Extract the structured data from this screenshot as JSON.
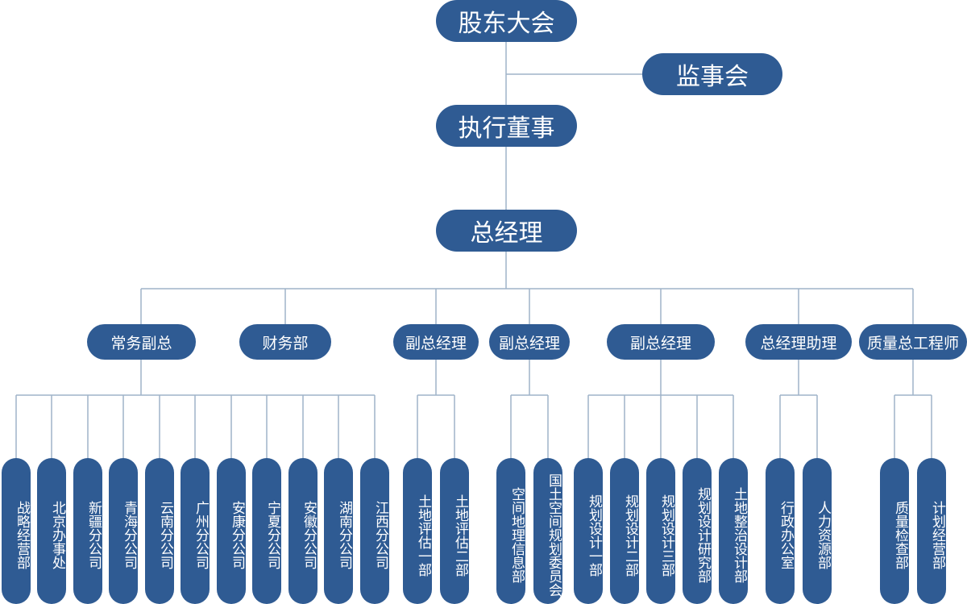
{
  "colors": {
    "node": "#2f5b93",
    "line": "#9fb3c8",
    "text": "#ffffff"
  },
  "top": {
    "shareholders": "股东大会",
    "supervisory_board": "监事会",
    "executive_director": "执行董事",
    "general_manager": "总经理"
  },
  "branches": [
    {
      "label": "常务副总",
      "units": [
        "战略经营部",
        "北京办事处",
        "新疆分公司",
        "青海分公司",
        "云南分公司",
        "广州分公司",
        "安康分公司",
        "宁夏分公司",
        "安徽分公司",
        "湖南分公司",
        "江西分公司"
      ]
    },
    {
      "label": "财务部",
      "units": []
    },
    {
      "label": "副总经理",
      "units": [
        "土地评估一部",
        "土地评估二部"
      ]
    },
    {
      "label": "副总经理",
      "units": [
        "空间地理信息部",
        "国土空间规划委员会"
      ]
    },
    {
      "label": "副总经理",
      "units": [
        "规划设计一部",
        "规划设计二部",
        "规划设计三部",
        "规划设计研究部",
        "土地整治设计部"
      ]
    },
    {
      "label": "总经理助理",
      "units": [
        "行政办公室",
        "人力资源部"
      ]
    },
    {
      "label": "质量总工程师",
      "units": [
        "质量检查部",
        "计划经营部"
      ]
    }
  ]
}
